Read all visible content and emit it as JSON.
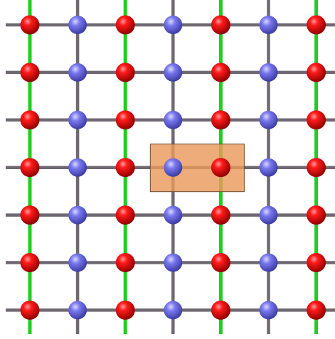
{
  "lattice": {
    "columns": 7,
    "rows": 7,
    "node_pattern": [
      "red",
      "blue",
      "red",
      "blue",
      "red",
      "blue",
      "red"
    ],
    "green_bond_columns": [
      0,
      2,
      4,
      6
    ],
    "highlight": {
      "row": 3,
      "col_start": 3,
      "col_end": 4
    },
    "colors": {
      "red_site": "#e60000",
      "blue_site": "#6f6fe8",
      "bond_gray": "#6e6870",
      "bond_green": "#22cc22",
      "highlight_fill": "#e99a5c",
      "highlight_stroke": "#6b4a33"
    }
  }
}
